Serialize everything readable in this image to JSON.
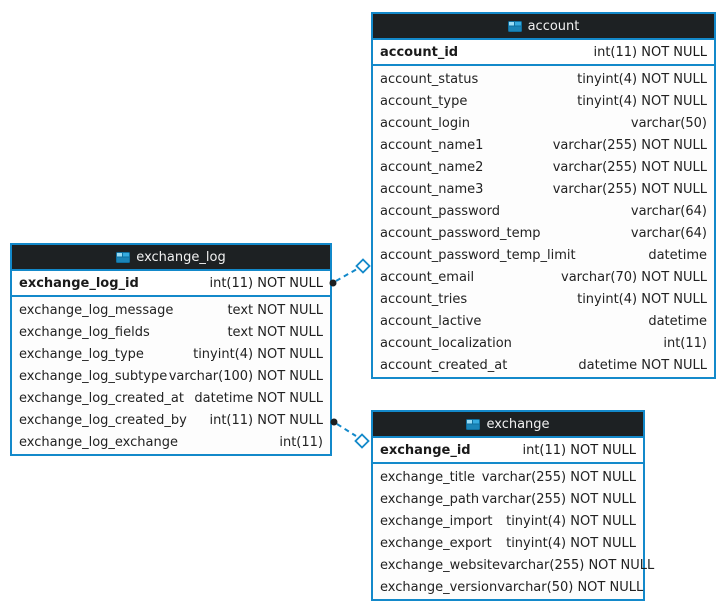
{
  "diagram_title": "EER diagram with account, exchange_log and exchange tables",
  "colors": {
    "accent_blue": "#1389ca",
    "header_bg": "#1d2123",
    "header_text": "#f1f1f1",
    "row_text": "#222222",
    "canvas_bg": "#ffffff"
  },
  "icons": {
    "table_icon": "table-grid"
  },
  "tables": {
    "account": {
      "title": "account",
      "pk": {
        "name": "account_id",
        "type": "int(11) NOT NULL"
      },
      "columns": [
        {
          "name": "account_status",
          "type": "tinyint(4) NOT NULL"
        },
        {
          "name": "account_type",
          "type": "tinyint(4) NOT NULL"
        },
        {
          "name": "account_login",
          "type": "varchar(50)"
        },
        {
          "name": "account_name1",
          "type": "varchar(255) NOT NULL"
        },
        {
          "name": "account_name2",
          "type": "varchar(255) NOT NULL"
        },
        {
          "name": "account_name3",
          "type": "varchar(255) NOT NULL"
        },
        {
          "name": "account_password",
          "type": "varchar(64)"
        },
        {
          "name": "account_password_temp",
          "type": "varchar(64)"
        },
        {
          "name": "account_password_temp_limit",
          "type": "datetime"
        },
        {
          "name": "account_email",
          "type": "varchar(70) NOT NULL"
        },
        {
          "name": "account_tries",
          "type": "tinyint(4) NOT NULL"
        },
        {
          "name": "account_lactive",
          "type": "datetime"
        },
        {
          "name": "account_localization",
          "type": "int(11)"
        },
        {
          "name": "account_created_at",
          "type": "datetime NOT NULL"
        }
      ]
    },
    "exchange_log": {
      "title": "exchange_log",
      "pk": {
        "name": "exchange_log_id",
        "type": "int(11) NOT NULL"
      },
      "columns": [
        {
          "name": "exchange_log_message",
          "type": "text NOT NULL"
        },
        {
          "name": "exchange_log_fields",
          "type": "text NOT NULL"
        },
        {
          "name": "exchange_log_type",
          "type": "tinyint(4) NOT NULL"
        },
        {
          "name": "exchange_log_subtype",
          "type": "varchar(100) NOT NULL"
        },
        {
          "name": "exchange_log_created_at",
          "type": "datetime NOT NULL"
        },
        {
          "name": "exchange_log_created_by",
          "type": "int(11) NOT NULL"
        },
        {
          "name": "exchange_log_exchange",
          "type": "int(11)"
        }
      ]
    },
    "exchange": {
      "title": "exchange",
      "pk": {
        "name": "exchange_id",
        "type": "int(11) NOT NULL"
      },
      "columns": [
        {
          "name": "exchange_title",
          "type": "varchar(255) NOT NULL"
        },
        {
          "name": "exchange_path",
          "type": "varchar(255) NOT NULL"
        },
        {
          "name": "exchange_import",
          "type": "tinyint(4) NOT NULL"
        },
        {
          "name": "exchange_export",
          "type": "tinyint(4) NOT NULL"
        },
        {
          "name": "exchange_website",
          "type": "varchar(255) NOT NULL"
        },
        {
          "name": "exchange_version",
          "type": "varchar(50) NOT NULL"
        }
      ]
    }
  },
  "relationships": [
    {
      "from_table": "exchange_log",
      "to_table": "account",
      "line_style": "dashed",
      "end_markers": "dot-to-diamond"
    },
    {
      "from_table": "exchange_log",
      "to_table": "exchange",
      "line_style": "dashed",
      "end_markers": "dot-to-diamond"
    }
  ]
}
